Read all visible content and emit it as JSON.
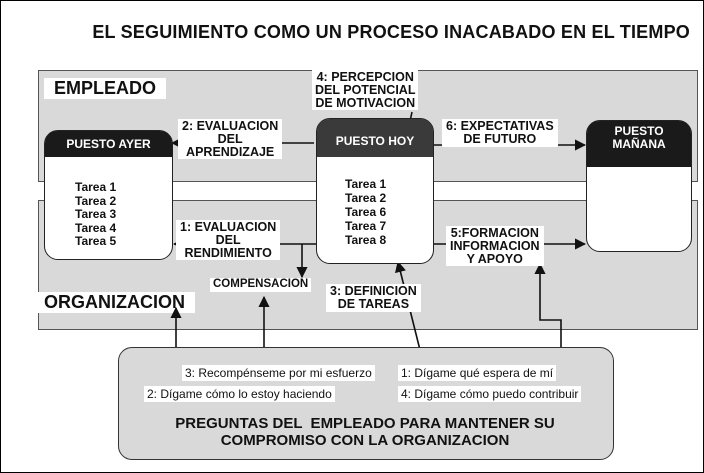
{
  "title": "EL SEGUIMIENTO COMO UN PROCESO INACABADO EN EL TIEMPO",
  "bands": {
    "empleado": "EMPLEADO",
    "organizacion": "ORGANIZACION"
  },
  "boxes": {
    "ayer": {
      "header": "PUESTO AYER",
      "tasks": [
        "Tarea 1",
        "Tarea 2",
        "Tarea 3",
        "Tarea 4",
        "Tarea 5"
      ]
    },
    "hoy": {
      "header": "PUESTO HOY",
      "tasks": [
        "Tarea 1",
        "Tarea 2",
        "Tarea 6",
        "Tarea 7",
        "Tarea 8"
      ]
    },
    "manana": {
      "header_line1": "PUESTO",
      "header_line2": "MAÑANA"
    }
  },
  "labels": {
    "percepcion": [
      "4: PERCEPCION",
      "DEL POTENCIAL",
      "DE MOTIVACION"
    ],
    "evaluacion_aprendizaje": [
      "2: EVALUACION",
      "DEL",
      "APRENDIZAJE"
    ],
    "expectativas": [
      "6: EXPECTATIVAS",
      "DE FUTURO"
    ],
    "evaluacion_rendimiento": [
      "1: EVALUACION",
      "DEL",
      "RENDIMIENTO"
    ],
    "formacion": [
      "5:FORMACION",
      "INFORMACION",
      "Y APOYO"
    ],
    "compensacion": "COMPENSACION",
    "definicion": [
      "3: DEFINICION",
      "DE TAREAS"
    ]
  },
  "questions": {
    "q3": "3: Recompénseme por mi esfuerzo",
    "q1": "1: Dígame qué espera de mí",
    "q2": "2: Dígame cómo lo estoy haciendo",
    "q4": "4: Dígame cómo puedo contribuir"
  },
  "bottom_title": [
    "PREGUNTAS DEL  EMPLEADO PARA MANTENER SU",
    "COMPROMISO CON LA ORGANIZACION"
  ]
}
